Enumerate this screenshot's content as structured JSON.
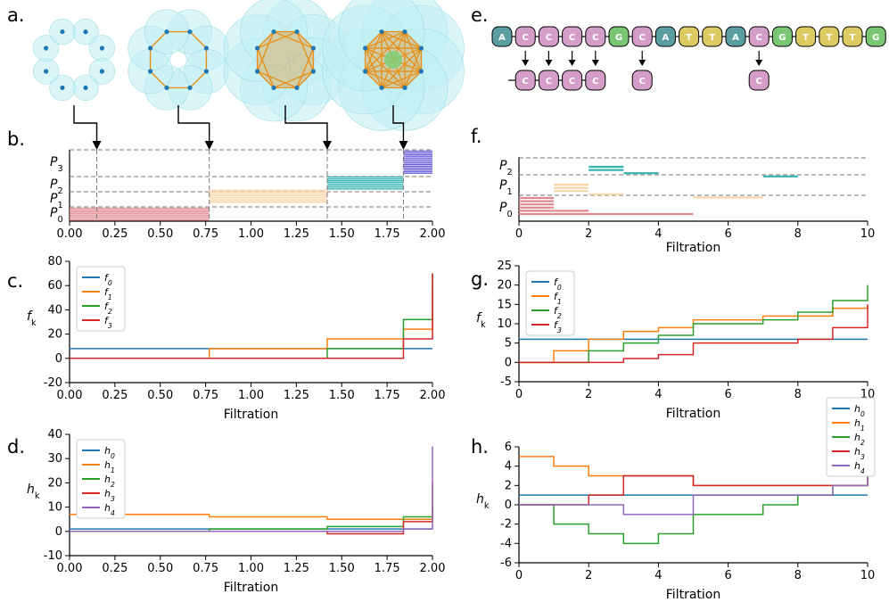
{
  "panel_letters": [
    "a.",
    "b.",
    "c.",
    "d.",
    "e.",
    "f.",
    "g.",
    "h."
  ],
  "colors": {
    "f0": "#1f77b4",
    "f1": "#ff7f0e",
    "f2": "#2ca02c",
    "f3": "#d62728",
    "h4": "#9467bd",
    "P0": "#e08a8f",
    "P1": "#f8d6a8",
    "P2": "#35b3b0",
    "P3": "#6a5fd9",
    "point": "#1f77b4",
    "edge": "#e8901a",
    "ball": "#bfeef2",
    "base_A": "#5b9ea1",
    "base_C": "#d49ec9",
    "base_G": "#7ac674",
    "base_T": "#dccb62"
  },
  "panel_a": {
    "diagram": "growing balls over 8 points on a circle; edges appear as filtration increases",
    "points": 8,
    "stages": [
      {
        "ball_radius_ratio": 0.9,
        "edges": "none"
      },
      {
        "ball_radius_ratio": 1.55,
        "edges": "neighbors"
      },
      {
        "ball_radius_ratio": 2.35,
        "edges": "neighbors+2nd neighbors"
      },
      {
        "ball_radius_ratio": 3.0,
        "edges": "complete"
      }
    ],
    "filtration_values": [
      0.15,
      0.77,
      1.42,
      1.84
    ]
  },
  "panel_e": {
    "sequence": [
      "A",
      "C",
      "C",
      "C",
      "C",
      "G",
      "C",
      "A",
      "T",
      "T",
      "A",
      "C",
      "G",
      "T",
      "T",
      "T",
      "G"
    ],
    "highlight_bases": [
      "C",
      "C",
      "C",
      "C",
      "C",
      "C"
    ],
    "highlight_positions": [
      1,
      2,
      3,
      4,
      6,
      11
    ]
  },
  "chart_data": [
    {
      "id": "b",
      "type": "barcode",
      "xlabel": "",
      "xlim": [
        0,
        2
      ],
      "xticks": [
        "0.00",
        "0.25",
        "0.50",
        "0.75",
        "1.00",
        "1.25",
        "1.50",
        "1.75",
        "2.00"
      ],
      "group_labels": [
        "P0",
        "P1",
        "P2",
        "P3"
      ],
      "groups": [
        {
          "name": "P0",
          "bars": [
            [
              0,
              0.77
            ],
            [
              0,
              0.77
            ],
            [
              0,
              0.77
            ],
            [
              0,
              0.77
            ],
            [
              0,
              0.77
            ],
            [
              0,
              0.77
            ],
            [
              0,
              0.77
            ],
            [
              0,
              0.77
            ]
          ]
        },
        {
          "name": "P1",
          "bars": [
            [
              0.77,
              1.42
            ],
            [
              0.77,
              1.42
            ],
            [
              0.77,
              1.42
            ],
            [
              0.77,
              1.42
            ],
            [
              0.77,
              1.42
            ],
            [
              0.77,
              1.42
            ],
            [
              0.77,
              1.42
            ],
            [
              0.77,
              1.42
            ]
          ]
        },
        {
          "name": "P2",
          "bars": [
            [
              1.42,
              1.84
            ],
            [
              1.42,
              1.84
            ],
            [
              1.42,
              1.84
            ],
            [
              1.42,
              1.84
            ],
            [
              1.42,
              1.84
            ],
            [
              1.42,
              1.84
            ],
            [
              1.42,
              1.84
            ],
            [
              1.42,
              1.84
            ]
          ]
        },
        {
          "name": "P3",
          "bars": [
            [
              1.84,
              2.0
            ],
            [
              1.84,
              2.0
            ],
            [
              1.84,
              2.0
            ],
            [
              1.84,
              2.0
            ],
            [
              1.84,
              2.0
            ],
            [
              1.84,
              2.0
            ],
            [
              1.84,
              2.0
            ],
            [
              1.84,
              2.0
            ],
            [
              1.84,
              2.0
            ],
            [
              1.84,
              2.0
            ],
            [
              1.84,
              2.0
            ],
            [
              1.84,
              2.0
            ],
            [
              1.84,
              2.0
            ],
            [
              1.84,
              2.0
            ]
          ]
        }
      ],
      "vlines": [
        0.15,
        0.77,
        1.42,
        1.84
      ]
    },
    {
      "id": "c",
      "type": "line",
      "step": true,
      "xlabel": "Filtration",
      "ylabel": "f_k",
      "xlim": [
        0,
        2
      ],
      "ylim": [
        -20,
        80
      ],
      "xticks": [
        "0.00",
        "0.25",
        "0.50",
        "0.75",
        "1.00",
        "1.25",
        "1.50",
        "1.75",
        "2.00"
      ],
      "yticks": [
        "-20",
        "0",
        "20",
        "40",
        "60",
        "80"
      ],
      "legend": "top-left",
      "series": [
        {
          "name": "f0",
          "x": [
            0,
            2.0
          ],
          "y": [
            8,
            8
          ]
        },
        {
          "name": "f1",
          "x": [
            0,
            0.77,
            1.42,
            1.84,
            2.0
          ],
          "y": [
            0,
            8,
            16,
            24,
            56
          ]
        },
        {
          "name": "f2",
          "x": [
            0,
            1.42,
            1.84,
            1.995,
            2.0
          ],
          "y": [
            0,
            8,
            32,
            32,
            70
          ]
        },
        {
          "name": "f3",
          "x": [
            0,
            1.84,
            1.995,
            2.0
          ],
          "y": [
            0,
            16,
            16,
            70
          ]
        }
      ]
    },
    {
      "id": "d",
      "type": "line",
      "step": true,
      "xlabel": "Filtration",
      "ylabel": "h_k",
      "xlim": [
        0,
        2
      ],
      "ylim": [
        -10,
        40
      ],
      "xticks": [
        "0.00",
        "0.25",
        "0.50",
        "0.75",
        "1.00",
        "1.25",
        "1.50",
        "1.75",
        "2.00"
      ],
      "yticks": [
        "-10",
        "0",
        "10",
        "20",
        "30",
        "40"
      ],
      "legend": "top-left",
      "series": [
        {
          "name": "h0",
          "x": [
            0,
            2.0
          ],
          "y": [
            1,
            1
          ]
        },
        {
          "name": "h1",
          "x": [
            0,
            0.77,
            1.42,
            1.84,
            2.0
          ],
          "y": [
            7,
            6,
            5,
            5,
            5
          ]
        },
        {
          "name": "h2",
          "x": [
            0,
            0.77,
            1.42,
            1.84,
            1.995,
            2.0
          ],
          "y": [
            0,
            1,
            2,
            6,
            6,
            10
          ]
        },
        {
          "name": "h3",
          "x": [
            0,
            1.42,
            1.84,
            1.995,
            2.0
          ],
          "y": [
            0,
            -1,
            4,
            4,
            20
          ]
        },
        {
          "name": "h4",
          "x": [
            0,
            1.84,
            1.995,
            2.0
          ],
          "y": [
            0,
            1,
            1,
            35
          ]
        }
      ]
    },
    {
      "id": "f",
      "type": "barcode",
      "xlabel": "Filtration",
      "xlim": [
        0,
        10
      ],
      "xticks": [
        "0",
        "2",
        "4",
        "6",
        "8",
        "10"
      ],
      "group_labels": [
        "P0",
        "P1",
        "P2"
      ],
      "groups": [
        {
          "name": "P0",
          "bars": [
            [
              0,
              1
            ],
            [
              0,
              1
            ],
            [
              0,
              1
            ],
            [
              0,
              1
            ],
            [
              0,
              2
            ],
            [
              0,
              5
            ]
          ]
        },
        {
          "name": "P1",
          "bars": [
            [
              1,
              2
            ],
            [
              1,
              2
            ],
            [
              1,
              2
            ],
            [
              2,
              3
            ],
            [
              5,
              7
            ]
          ]
        },
        {
          "name": "P2",
          "bars": [
            [
              2,
              3
            ],
            [
              2,
              3
            ],
            [
              3,
              4
            ],
            [
              7,
              8
            ]
          ]
        }
      ]
    },
    {
      "id": "g",
      "type": "line",
      "step": true,
      "xlabel": "Filtration",
      "ylabel": "f_k",
      "xlim": [
        0,
        10
      ],
      "ylim": [
        -5,
        25
      ],
      "xticks": [
        "0",
        "2",
        "4",
        "6",
        "8",
        "10"
      ],
      "yticks": [
        "-5",
        "0",
        "5",
        "10",
        "15",
        "20",
        "25"
      ],
      "legend": "top-left",
      "series": [
        {
          "name": "f0",
          "x": [
            0,
            10
          ],
          "y": [
            6,
            6
          ]
        },
        {
          "name": "f1",
          "x": [
            0,
            1,
            2,
            3,
            4,
            5,
            7,
            9,
            10
          ],
          "y": [
            0,
            3,
            6,
            8,
            9,
            11,
            12,
            14,
            15
          ]
        },
        {
          "name": "f2",
          "x": [
            0,
            2,
            3,
            4,
            5,
            7,
            8,
            9,
            10
          ],
          "y": [
            0,
            3,
            5,
            7,
            10,
            11,
            13,
            16,
            20
          ]
        },
        {
          "name": "f3",
          "x": [
            0,
            3,
            4,
            5,
            8,
            9,
            10
          ],
          "y": [
            0,
            1,
            2,
            5,
            6,
            9,
            15
          ]
        }
      ]
    },
    {
      "id": "h",
      "type": "line",
      "step": true,
      "xlabel": "Filtration",
      "ylabel": "h_k",
      "xlim": [
        0,
        10
      ],
      "ylim": [
        -6,
        6
      ],
      "xticks": [
        "0",
        "2",
        "4",
        "6",
        "8",
        "10"
      ],
      "yticks": [
        "-6",
        "-4",
        "-2",
        "0",
        "2",
        "4",
        "6"
      ],
      "legend": "right",
      "series": [
        {
          "name": "h0",
          "x": [
            0,
            10
          ],
          "y": [
            1,
            1
          ]
        },
        {
          "name": "h1",
          "x": [
            0,
            1,
            2,
            5,
            10
          ],
          "y": [
            5,
            4,
            3,
            2,
            2
          ]
        },
        {
          "name": "h2",
          "x": [
            0,
            1,
            2,
            3,
            4,
            5,
            7,
            8,
            9,
            10
          ],
          "y": [
            0,
            -2,
            -3,
            -4,
            -3,
            -1,
            0,
            1,
            2,
            3
          ]
        },
        {
          "name": "h3",
          "x": [
            0,
            2,
            3,
            5,
            9,
            10
          ],
          "y": [
            0,
            1,
            3,
            2,
            2,
            5
          ]
        },
        {
          "name": "h4",
          "x": [
            0,
            3,
            5,
            9,
            10
          ],
          "y": [
            0,
            -1,
            1,
            2,
            5
          ]
        }
      ]
    }
  ]
}
